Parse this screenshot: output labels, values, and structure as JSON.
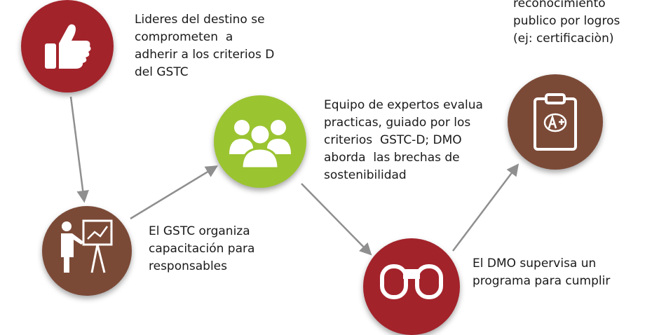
{
  "colors": {
    "red": "#a3232b",
    "green": "#9bc431",
    "brown": "#7b4a37",
    "arrow": "#8f8f8f"
  },
  "steps": [
    {
      "id": "leaders",
      "icon": "thumbs-up-icon",
      "text": "Lideres del destino se\ncomprometen  a\nadherir a los criterios D\ndel GSTC"
    },
    {
      "id": "training",
      "icon": "presenter-board-icon",
      "text": "El GSTC organiza\ncapacitación para\nresponsables"
    },
    {
      "id": "evaluation",
      "icon": "team-group-icon",
      "text": "Equipo de expertos evalua\npracticas, guiado por los\ncriterios  GSTC-D; DMO\naborda  las brechas de\nsostenibilidad"
    },
    {
      "id": "supervision",
      "icon": "binoculars-icon",
      "text": "El DMO supervisa un\nprograma para cumplir"
    },
    {
      "id": "recognition",
      "icon": "clipboard-grade-icon",
      "text": "reconocimiento\npublico por logros\n(ej: certificaciòn)"
    }
  ]
}
